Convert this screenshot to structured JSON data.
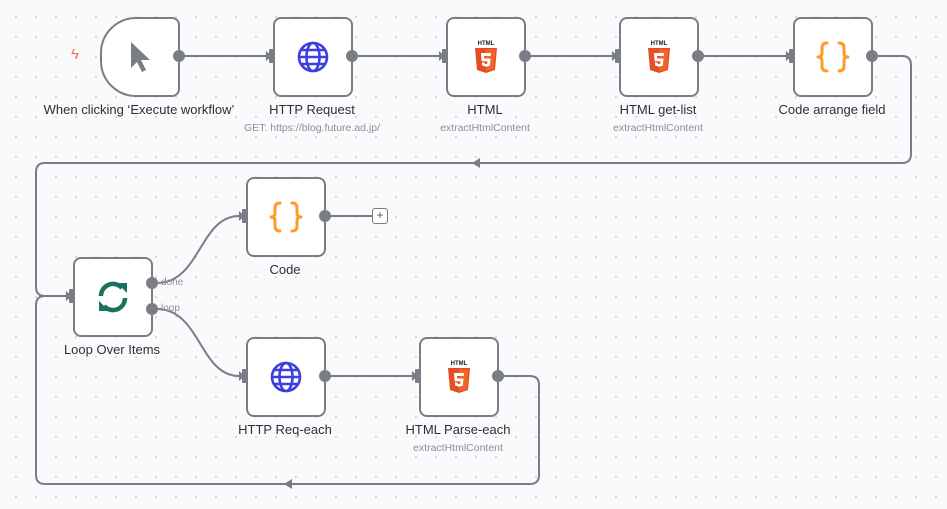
{
  "canvas": {
    "type": "workflow-editor"
  },
  "colors": {
    "edge": "#7a7d84",
    "globe": "#3b3fe0",
    "html5": "#e44d26",
    "code_braces": "#ff9b26",
    "loop": "#17735e",
    "trigger_bolt": "#f46c5a"
  },
  "nodes": {
    "trigger": {
      "title": "When clicking ‘Execute workflow’",
      "icon": "cursor-icon"
    },
    "http_request": {
      "title": "HTTP Request",
      "subtitle": "GET: https://blog.future.ad.jp/",
      "icon": "globe-icon"
    },
    "html": {
      "title": "HTML",
      "subtitle": "extractHtmlContent",
      "icon": "html5-icon"
    },
    "html_get_list": {
      "title": "HTML get-list",
      "subtitle": "extractHtmlContent",
      "icon": "html5-icon"
    },
    "code_arrange": {
      "title": "Code arrange field",
      "icon": "code-braces-icon"
    },
    "loop": {
      "title": "Loop Over Items",
      "icon": "loop-icon",
      "outputs": [
        "done",
        "loop"
      ]
    },
    "code": {
      "title": "Code",
      "icon": "code-braces-icon"
    },
    "http_req_each": {
      "title": "HTTP Req-each",
      "icon": "globe-icon"
    },
    "html_parse_each": {
      "title": "HTML Parse-each",
      "subtitle": "extractHtmlContent",
      "icon": "html5-icon"
    }
  },
  "html5_badge": "HTML",
  "add_button": "+"
}
